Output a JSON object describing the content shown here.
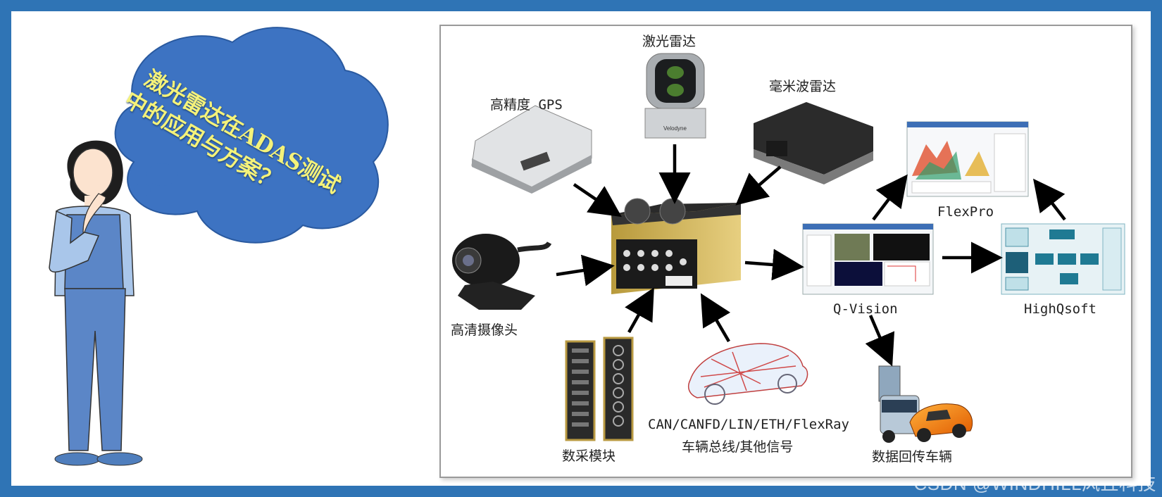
{
  "bubble": {
    "line1": "激光雷达在ADAS测试",
    "line2": "中的应用与方案？"
  },
  "components": {
    "lidar": "激光雷达",
    "gps": "高精度 GPS",
    "radar": "毫米波雷达",
    "camera": "高清摄像头",
    "daq": "数采模块",
    "bus_line1": "CAN/CANFD/LIN/ETH/FlexRay",
    "bus_line2": "车辆总线/其他信号",
    "qvision": "Q-Vision",
    "flexpro": "FlexPro",
    "highqsoft": "HighQsoft",
    "vehicle": "数据回传车辆",
    "velodyne_brand": "Velodyne"
  },
  "watermark": "CSDN @WINDHILL风丘科技",
  "colors": {
    "border": "#2f74b5",
    "cloud": "#3d73c2",
    "cloud_text": "#f4f27a",
    "arrow": "#000000"
  }
}
